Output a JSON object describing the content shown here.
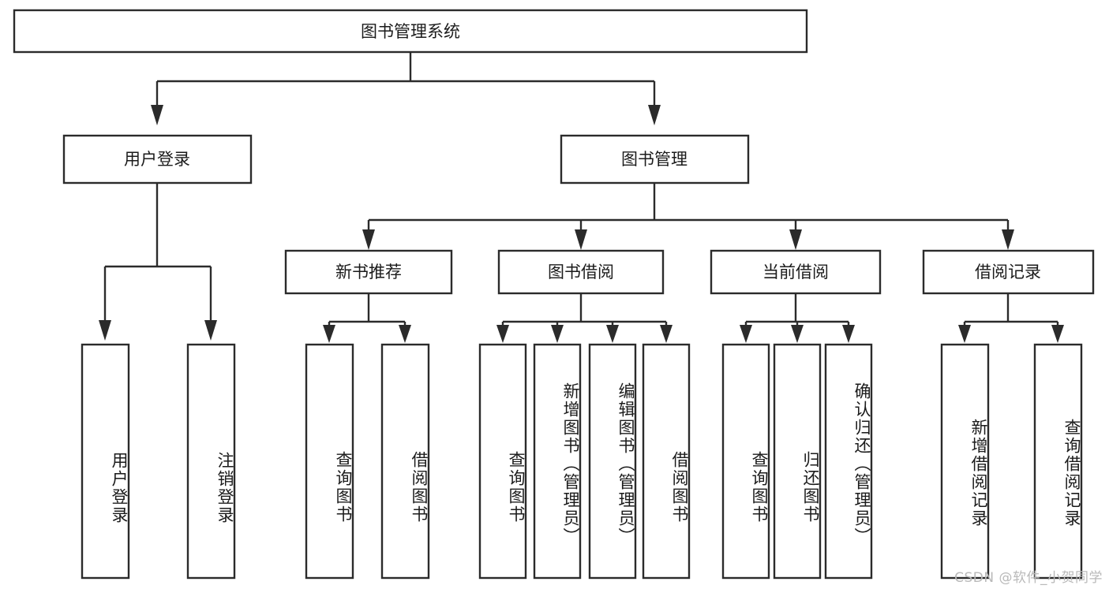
{
  "diagram": {
    "title": "图书管理系统",
    "type": "tree-hierarchy-chart",
    "orientation": "top-down",
    "watermark": "CSDN @软件_小贺同学",
    "colors": {
      "background": "#ffffff",
      "node_fill": "#ffffff",
      "node_stroke": "#2b2b2b",
      "text": "#1b1b1b",
      "watermark": "#b9b9b9"
    },
    "levels": {
      "root": "图书管理系统",
      "level2": [
        "用户登录",
        "图书管理"
      ],
      "level3": [
        "新书推荐",
        "图书借阅",
        "当前借阅",
        "借阅记录"
      ],
      "level4_count": 13
    },
    "nodes": {
      "root": {
        "id": "root",
        "label": "图书管理系统",
        "orientation": "horizontal"
      },
      "user_login": {
        "id": "user-login",
        "label": "用户登录",
        "orientation": "horizontal"
      },
      "book_manage": {
        "id": "book-manage",
        "label": "图书管理",
        "orientation": "horizontal"
      },
      "new_book_rec": {
        "id": "new-book-recommend",
        "label": "新书推荐",
        "orientation": "horizontal"
      },
      "book_borrow": {
        "id": "book-borrow",
        "label": "图书借阅",
        "orientation": "horizontal"
      },
      "current_borrow": {
        "id": "current-borrow",
        "label": "当前借阅",
        "orientation": "horizontal"
      },
      "borrow_record": {
        "id": "borrow-record",
        "label": "借阅记录",
        "orientation": "horizontal"
      }
    },
    "leaves": [
      {
        "id": "leaf-user-login",
        "label": "用户登录",
        "parent": "用户登录",
        "orientation": "vertical"
      },
      {
        "id": "leaf-logout-login",
        "label": "注销登录",
        "parent": "用户登录",
        "orientation": "vertical"
      },
      {
        "id": "leaf-query-book-rec",
        "label": "查询图书",
        "parent": "新书推荐",
        "orientation": "vertical"
      },
      {
        "id": "leaf-borrow-book-rec",
        "label": "借阅图书",
        "parent": "新书推荐",
        "orientation": "vertical"
      },
      {
        "id": "leaf-query-book-borrow",
        "label": "查询图书",
        "parent": "图书借阅",
        "orientation": "vertical"
      },
      {
        "id": "leaf-add-book-admin",
        "label": "新增图书（管理员）",
        "parent": "图书借阅",
        "orientation": "vertical"
      },
      {
        "id": "leaf-edit-book-admin",
        "label": "编辑图书（管理员）",
        "parent": "图书借阅",
        "orientation": "vertical"
      },
      {
        "id": "leaf-borrow-book",
        "label": "借阅图书",
        "parent": "图书借阅",
        "orientation": "vertical"
      },
      {
        "id": "leaf-query-book-current",
        "label": "查询图书",
        "parent": "当前借阅",
        "orientation": "vertical"
      },
      {
        "id": "leaf-return-book",
        "label": "归还图书",
        "parent": "当前借阅",
        "orientation": "vertical"
      },
      {
        "id": "leaf-confirm-return-admin",
        "label": "确认归还（管理员）",
        "parent": "当前借阅",
        "orientation": "vertical"
      },
      {
        "id": "leaf-add-borrow-record",
        "label": "新增借阅记录",
        "parent": "借阅记录",
        "orientation": "vertical"
      },
      {
        "id": "leaf-query-borrow-record",
        "label": "查询借阅记录",
        "parent": "借阅记录",
        "orientation": "vertical"
      }
    ]
  }
}
